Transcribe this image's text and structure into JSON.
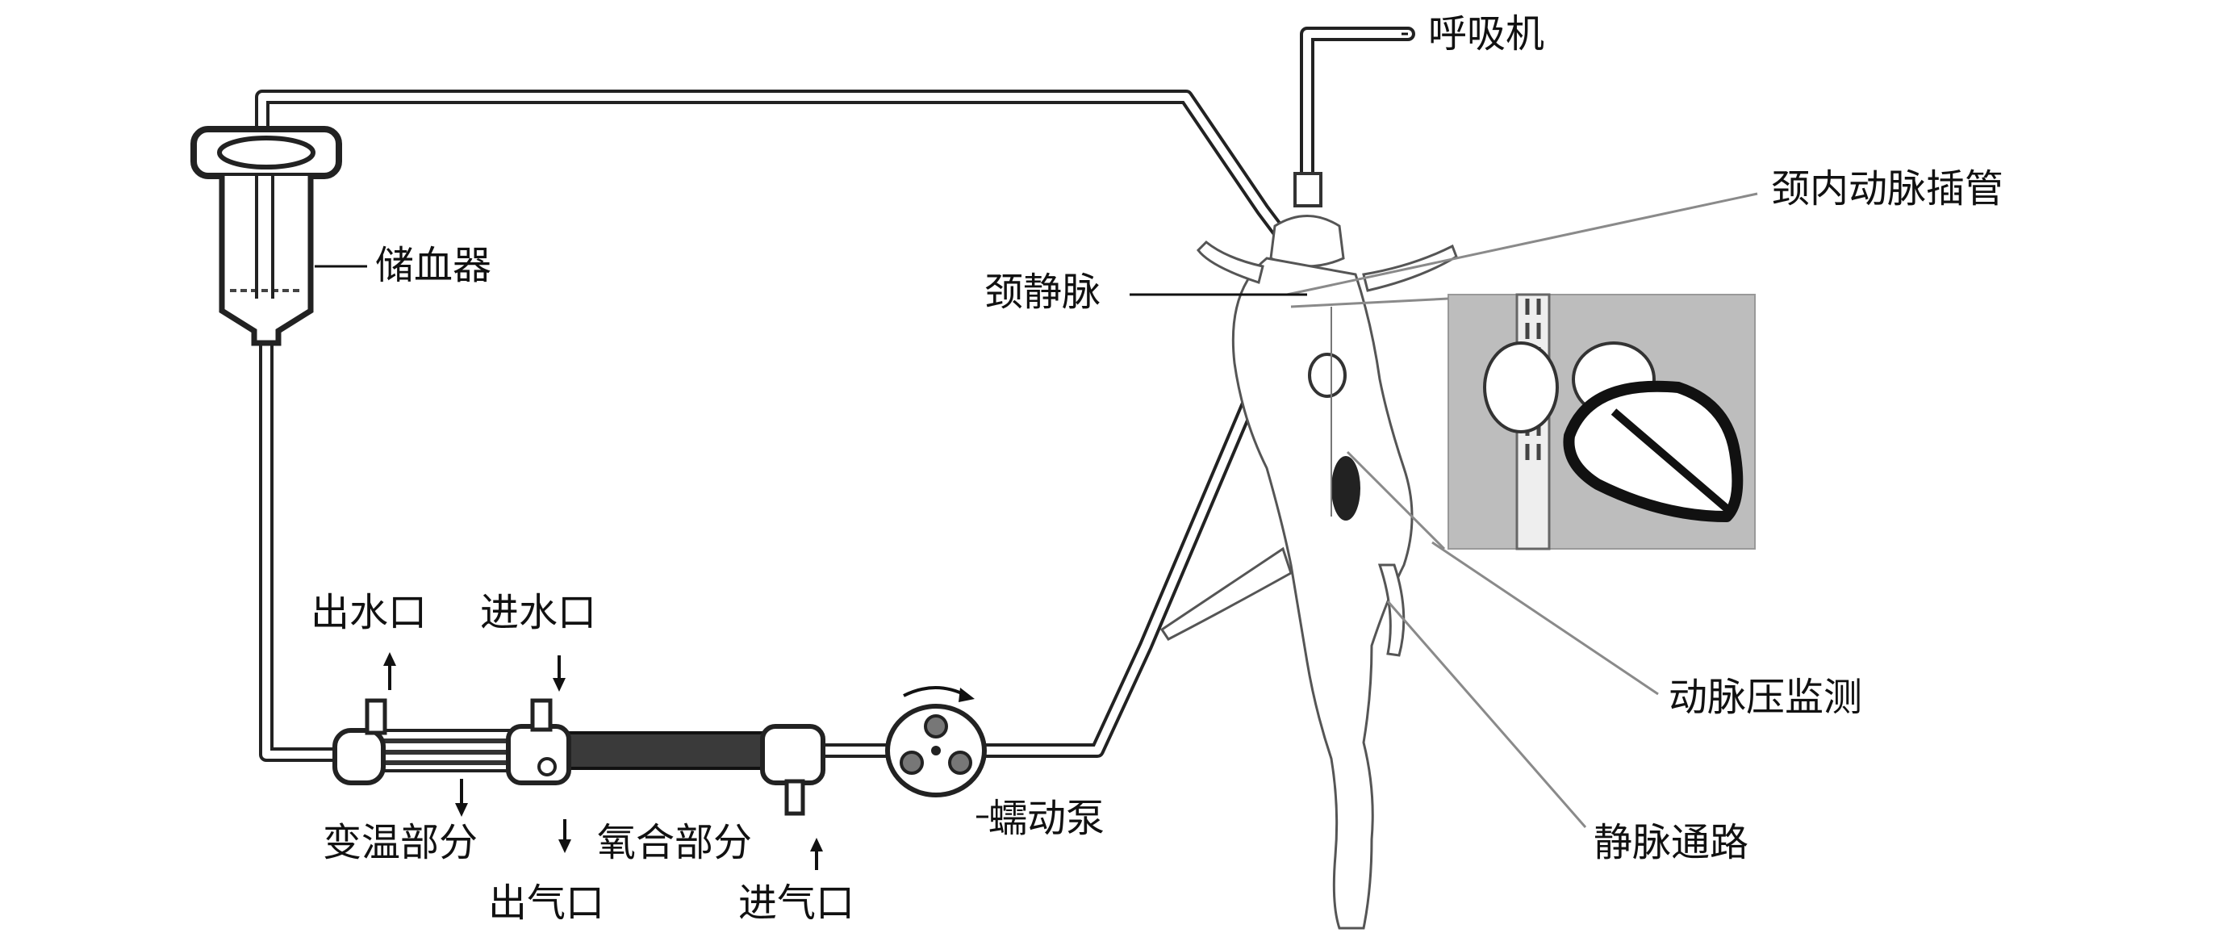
{
  "labels": {
    "ventilator": "呼吸机",
    "internal_carotid_cannula": "颈内动脉插管",
    "reservoir": "储血器",
    "jugular_vein": "颈静脉",
    "water_outlet": "出水口",
    "water_inlet": "进水口",
    "heat_exchanger": "变温部分",
    "oxygenator": "氧合部分",
    "gas_outlet": "出气口",
    "gas_inlet": "进气口",
    "peristaltic_pump": "蠕动泵",
    "arterial_pressure_monitor": "动脉压监测",
    "venous_access": "静脉通路"
  },
  "colors": {
    "tube": "#222222",
    "inset_background": "#bdbdbd",
    "heart_outline": "#111111"
  }
}
